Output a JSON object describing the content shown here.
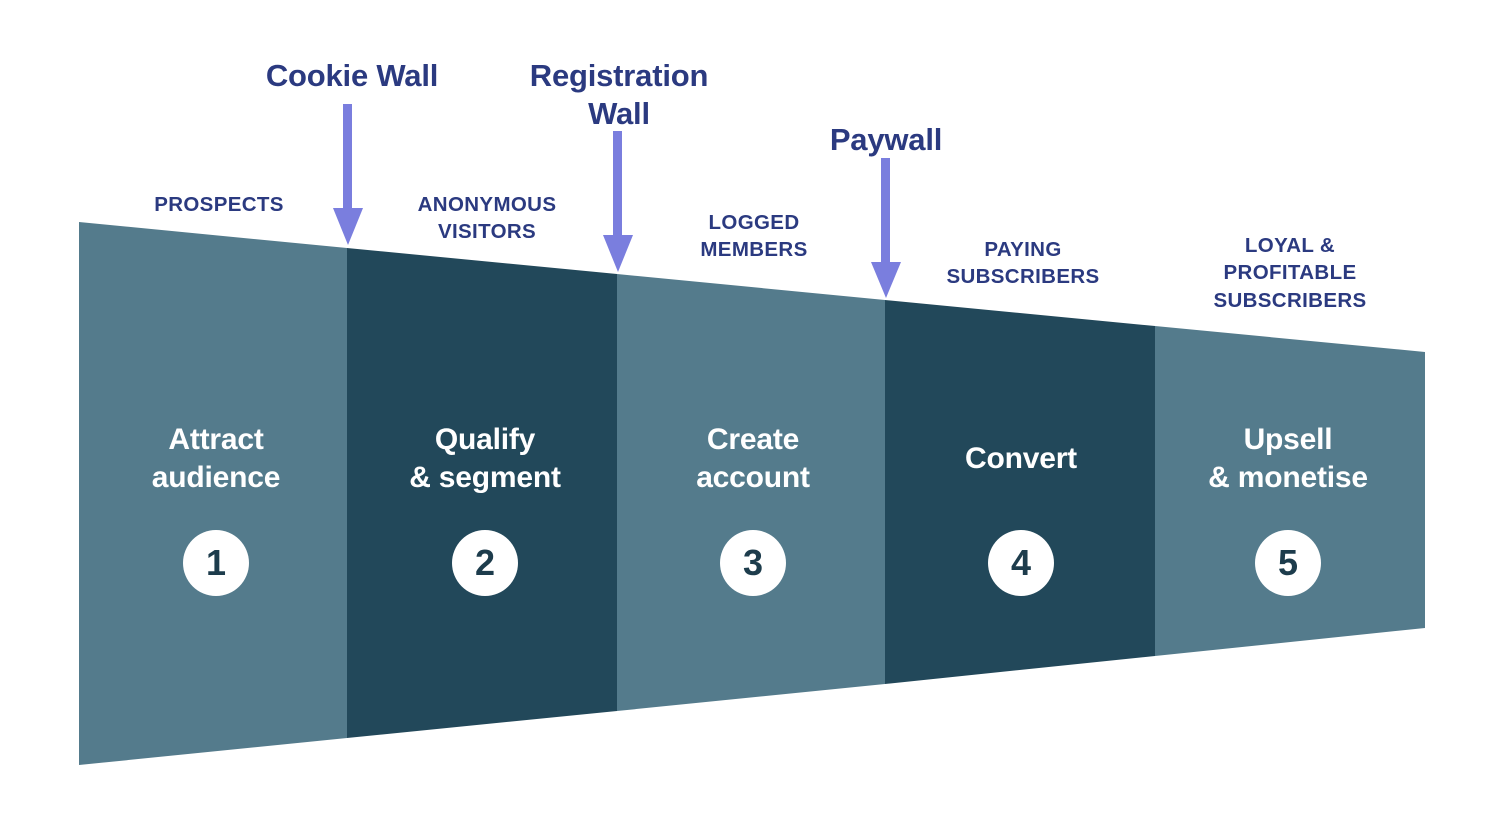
{
  "diagram": {
    "type": "horizontal-funnel",
    "title": "",
    "colors": {
      "funnel_light": "#547b8c",
      "funnel_dark": "#22485a",
      "navy_text": "#2b3a80",
      "arrow_purple": "#7a7ede",
      "badge_bg": "#ffffff",
      "badge_text": "#1d3c4c",
      "background": "#ffffff"
    },
    "stages": [
      {
        "number": "1",
        "title": "Attract\naudience",
        "audience": "PROSPECTS",
        "tone": "light"
      },
      {
        "number": "2",
        "title": "Qualify\n& segment",
        "audience": "ANONYMOUS\nVISITORS",
        "tone": "dark"
      },
      {
        "number": "3",
        "title": "Create\naccount",
        "audience": "LOGGED\nMEMBERS",
        "tone": "light"
      },
      {
        "number": "4",
        "title": "Convert",
        "audience": "PAYING\nSUBSCRIBERS",
        "tone": "dark"
      },
      {
        "number": "5",
        "title": "Upsell\n& monetise",
        "audience": "LOYAL &\nPROFITABLE\nSUBSCRIBERS",
        "tone": "light"
      }
    ],
    "gates": [
      {
        "label": "Cookie Wall",
        "icon": "down-arrow-icon"
      },
      {
        "label": "Registration\nWall",
        "icon": "down-arrow-icon"
      },
      {
        "label": "Paywall",
        "icon": "down-arrow-icon"
      }
    ]
  }
}
